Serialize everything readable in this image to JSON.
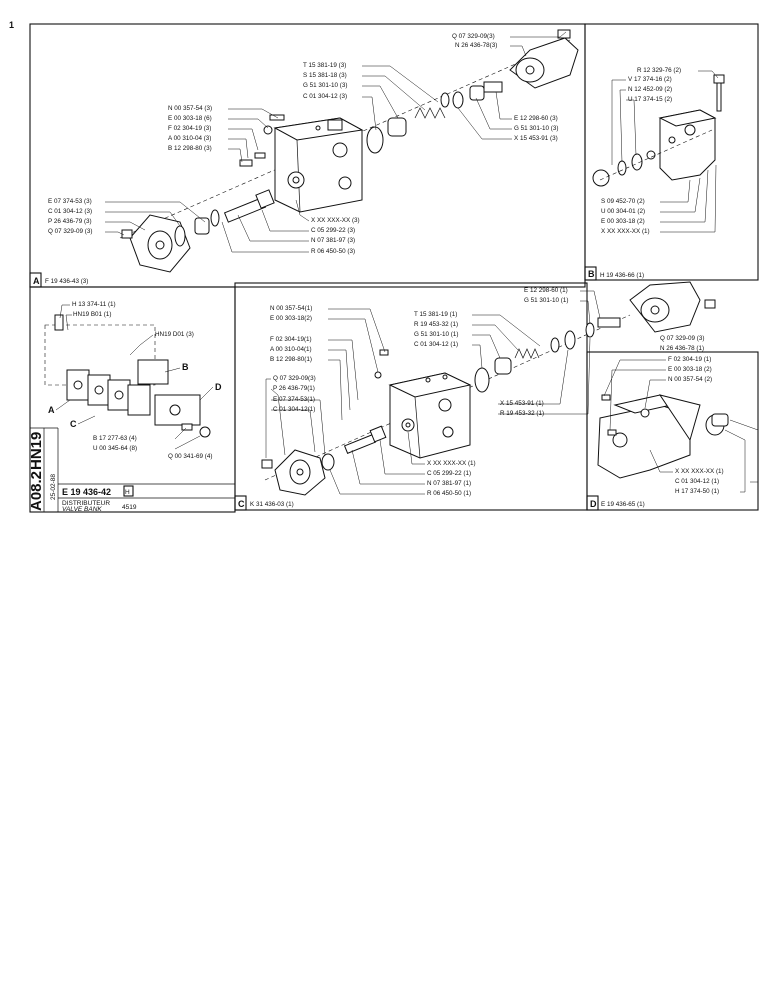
{
  "sheet": {
    "corner_mark": "1",
    "vertical_code_1": "HN19",
    "vertical_code_2": "A08.2",
    "date_code": "25-02-88",
    "drawing_number": "E 19 436-42",
    "revision_mark": "H",
    "title_fr": "DISTRIBUTEUR",
    "title_en": "VALVE BANK",
    "code": "4519"
  },
  "panels": {
    "A": {
      "tag": "A",
      "ref": "F 19 436-43 (3)",
      "labels": [
        "Q 07 329-09(3)",
        "N 26 436-78(3)",
        "T 15 381-19 (3)",
        "S 15 381-18 (3)",
        "G 51 301-10 (3)",
        "C 01 304-12 (3)",
        "N 00 357-54 (3)",
        "E 00 303-18 (6)",
        "F 02 304-19 (3)",
        "A 00 310-04 (3)",
        "B 12 298-80 (3)",
        "E 12 298-60 (3)",
        "G 51 301-10 (3)",
        "X 15 453-91 (3)",
        "E 07 374-53 (3)",
        "C 01 304-12 (3)",
        "P 26 436-79 (3)",
        "Q 07 329-09 (3)",
        "X XX XXX-XX (3)",
        "C 05 299-22 (3)",
        "N 07 381-97 (3)",
        "R 06 450-50 (3)"
      ]
    },
    "B": {
      "tag": "B",
      "ref": "H 19 436-66 (1)",
      "labels": [
        "R 12 329-76 (2)",
        "V 17 374-16 (2)",
        "N 12 452-09 (2)",
        "U 17 374-15 (2)",
        "S 09 452-70 (2)",
        "U 00 304-01 (2)",
        "E 00 303-18 (2)",
        "X XX XXX-XX (1)"
      ]
    },
    "overview": {
      "labels": [
        "H 13 374-11 (1)",
        "HN19 B01 (1)",
        "HN19 D01 (3)",
        "B 17 277-63 (4)",
        "U 00 345-64 (8)",
        "Q 00 341-69 (4)"
      ],
      "letters": [
        "A",
        "B",
        "C",
        "D"
      ]
    },
    "C": {
      "tag": "C",
      "ref": "K 31 436-03 (1)",
      "labels": [
        "N 00 357-54(1)",
        "E 00 303-18(2)",
        "T 15 381-19 (1)",
        "R 19 453-32 (1)",
        "G 51 301-10 (1)",
        "C 01 304-12 (1)",
        "E 12 298-60 (1)",
        "G 51 301-10 (1)",
        "F 02 304-19(1)",
        "A 00 310-04(1)",
        "B 12 298-80(1)",
        "Q 07 329-09(3)",
        "P 26 436-79(1)",
        "E 07 374-53(1)",
        "C 01 304-12(1)",
        "X 15 453-91 (1)",
        "R 19 453-32 (1)",
        "X XX XXX-XX (1)",
        "C 05 299-22 (1)",
        "N 07 381-97 (1)",
        "R 06 450-50 (1)"
      ]
    },
    "D": {
      "tag": "D",
      "ref": "E 19 436-65 (1)",
      "labels": [
        "Q 07 329-09 (3)",
        "N 26 436-78 (1)",
        "F 02 304-19 (1)",
        "E 00 303-18 (2)",
        "N 00 357-54 (2)",
        "X XX XXX-XX (1)",
        "C 01 304-12 (1)",
        "H 17 374-50 (1)"
      ]
    }
  }
}
